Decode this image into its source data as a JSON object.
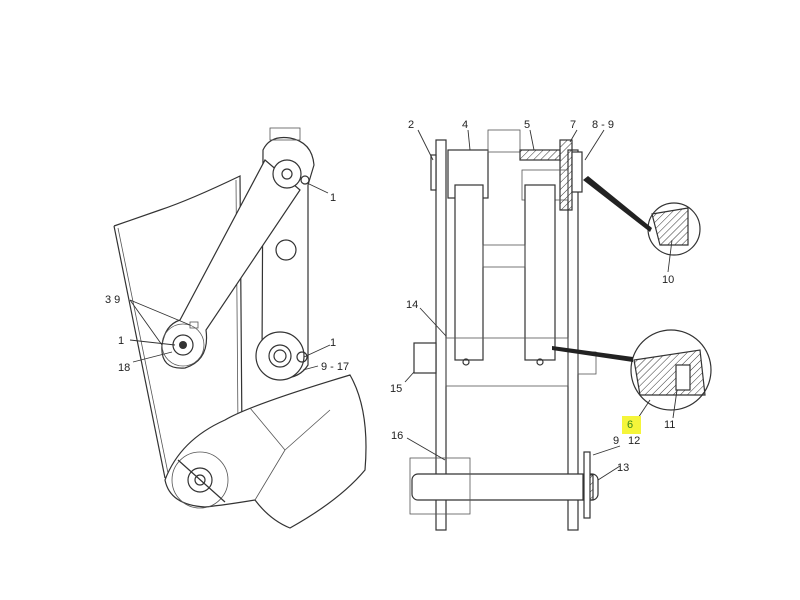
{
  "left_view": {
    "labels": {
      "l1_top": "1",
      "l3_9": "3  9",
      "l1_left": "1",
      "l18": "18",
      "l1_mid": "1",
      "l9_17": "9 - 17"
    }
  },
  "right_view": {
    "labels": {
      "l2": "2",
      "l4": "4",
      "l5": "5",
      "l7": "7",
      "l8_9": "8 - 9",
      "l10": "10",
      "l14": "14",
      "l15": "15",
      "l16": "16",
      "l6": "6",
      "l9": "9",
      "l12": "12",
      "l11": "11",
      "l13": "13"
    }
  },
  "highlight_color": "#f5f53a"
}
